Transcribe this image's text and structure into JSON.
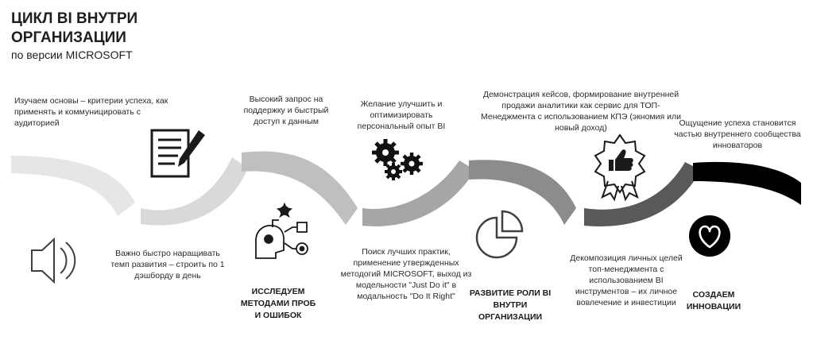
{
  "title": "ЦИКЛ BI ВНУТРИ ОРГАНИЗАЦИИ",
  "subtitle": "по версии MICROSOFT",
  "top_texts": [
    "Изучаем основы – критерии успеха, как применять и коммуницировать с аудиторией",
    "Высокий запрос на поддержку и быстрый доступ к данным",
    "Желание улучшить и оптимизировать персональный опыт BI",
    "Демонстрация кейсов, формирование внутренней продажи аналитики как сервис для ТОП-Менеджмента с использованием КПЭ (экномия или новый доход)",
    "Ощущение успеха становится частью внутреннего сообщества инноваторов"
  ],
  "bottom_texts": [
    "Важно быстро наращивать темп развития – строить по 1 дэшборду в день",
    "Поиск лучших практик, применение утвержденных методогий MICROSOFT, выход из модельности  \"Just Do it\" в модальность \"Do It Right\"",
    "Декомпозиция личных целей топ-менеджмента с использованием BI инструментов – их личное вовлечение и инвестиции"
  ],
  "stages": [
    "ИССЛЕДУЕМ МЕТОДАМИ ПРОБ И ОШИБОК",
    "РАЗВИТИЕ РОЛИ BI ВНУТРИ ОРГАНИЗАЦИИ",
    "СОЗДАЕМ ИННОВАЦИИ"
  ],
  "colors": {
    "segment_1": "#e6e6e6",
    "segment_2": "#d9d9d9",
    "segment_3": "#bfbfbf",
    "segment_4": "#a6a6a6",
    "segment_5": "#8c8c8c",
    "segment_6": "#595959",
    "segment_7": "#000000"
  },
  "icons": [
    "speaker-icon",
    "document-pen-icon",
    "brain-ideas-icon",
    "gears-icon",
    "pie-chart-icon",
    "thumbs-up-badge-icon",
    "heart-circle-icon"
  ]
}
